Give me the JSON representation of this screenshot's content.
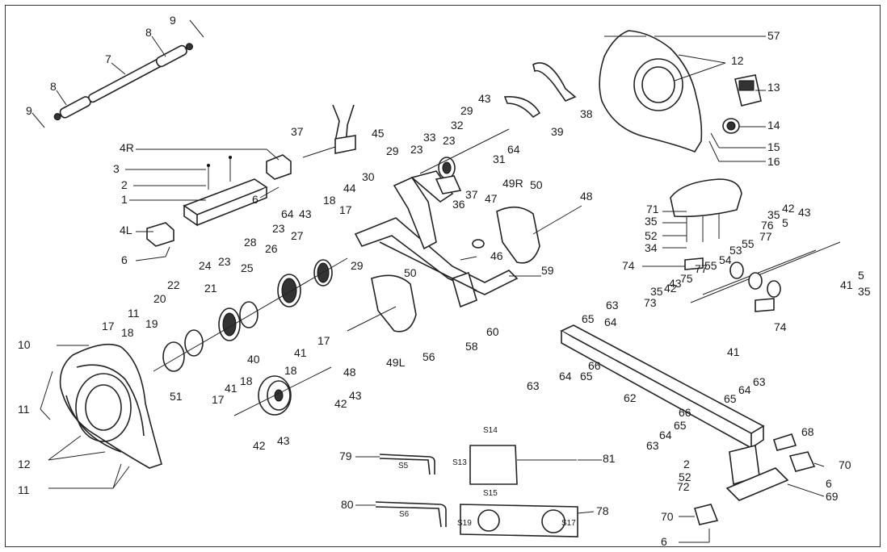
{
  "labels": [
    {
      "id": "l9a",
      "text": "9"
    },
    {
      "id": "l8a",
      "text": "8"
    },
    {
      "id": "l7",
      "text": "7"
    },
    {
      "id": "l8b",
      "text": "8"
    },
    {
      "id": "l9b",
      "text": "9"
    },
    {
      "id": "l4r",
      "text": "4R"
    },
    {
      "id": "l3",
      "text": "3"
    },
    {
      "id": "l2a",
      "text": "2"
    },
    {
      "id": "l1a",
      "text": "1"
    },
    {
      "id": "l6a",
      "text": "6"
    },
    {
      "id": "l4l",
      "text": "4L"
    },
    {
      "id": "l6b",
      "text": "6"
    },
    {
      "id": "l37a",
      "text": "37"
    },
    {
      "id": "l45",
      "text": "45"
    },
    {
      "id": "l43a",
      "text": "43"
    },
    {
      "id": "l29a",
      "text": "29"
    },
    {
      "id": "l32",
      "text": "32"
    },
    {
      "id": "l33",
      "text": "33"
    },
    {
      "id": "l23a",
      "text": "23"
    },
    {
      "id": "l23b",
      "text": "23"
    },
    {
      "id": "l29b",
      "text": "29"
    },
    {
      "id": "l64a",
      "text": "64"
    },
    {
      "id": "l31",
      "text": "31"
    },
    {
      "id": "l39",
      "text": "39"
    },
    {
      "id": "l38",
      "text": "38"
    },
    {
      "id": "l57",
      "text": "57"
    },
    {
      "id": "l12a",
      "text": "12"
    },
    {
      "id": "l13",
      "text": "13"
    },
    {
      "id": "l14",
      "text": "14"
    },
    {
      "id": "l15",
      "text": "15"
    },
    {
      "id": "l16",
      "text": "16"
    },
    {
      "id": "l30",
      "text": "30"
    },
    {
      "id": "l36",
      "text": "36"
    },
    {
      "id": "l37b",
      "text": "37"
    },
    {
      "id": "l47",
      "text": "47"
    },
    {
      "id": "l49r",
      "text": "49R"
    },
    {
      "id": "l50a",
      "text": "50"
    },
    {
      "id": "l48a",
      "text": "48"
    },
    {
      "id": "l18a",
      "text": "18"
    },
    {
      "id": "l44",
      "text": "44"
    },
    {
      "id": "l17a",
      "text": "17"
    },
    {
      "id": "l64b",
      "text": "64"
    },
    {
      "id": "l43b",
      "text": "43"
    },
    {
      "id": "l27",
      "text": "27"
    },
    {
      "id": "l23c",
      "text": "23"
    },
    {
      "id": "l28",
      "text": "28"
    },
    {
      "id": "l26",
      "text": "26"
    },
    {
      "id": "l29c",
      "text": "29"
    },
    {
      "id": "l46",
      "text": "46"
    },
    {
      "id": "l59",
      "text": "59"
    },
    {
      "id": "l24",
      "text": "24"
    },
    {
      "id": "l23d",
      "text": "23"
    },
    {
      "id": "l25",
      "text": "25"
    },
    {
      "id": "l22",
      "text": "22"
    },
    {
      "id": "l21",
      "text": "21"
    },
    {
      "id": "l20",
      "text": "20"
    },
    {
      "id": "l50b",
      "text": "50"
    },
    {
      "id": "l11a",
      "text": "11"
    },
    {
      "id": "l17b",
      "text": "17"
    },
    {
      "id": "l18b",
      "text": "18"
    },
    {
      "id": "l19",
      "text": "19"
    },
    {
      "id": "l10",
      "text": "10"
    },
    {
      "id": "l51",
      "text": "51"
    },
    {
      "id": "l11b",
      "text": "11"
    },
    {
      "id": "l12b",
      "text": "12"
    },
    {
      "id": "l11c",
      "text": "11"
    },
    {
      "id": "l56",
      "text": "56"
    },
    {
      "id": "l58",
      "text": "58"
    },
    {
      "id": "l60",
      "text": "60"
    },
    {
      "id": "l49l",
      "text": "49L"
    },
    {
      "id": "l48b",
      "text": "48"
    },
    {
      "id": "l40",
      "text": "40"
    },
    {
      "id": "l41a",
      "text": "41"
    },
    {
      "id": "l17c",
      "text": "17"
    },
    {
      "id": "l18c",
      "text": "18"
    },
    {
      "id": "l43c",
      "text": "43"
    },
    {
      "id": "l42a",
      "text": "42"
    },
    {
      "id": "l17d",
      "text": "17"
    },
    {
      "id": "l41b",
      "text": "41"
    },
    {
      "id": "l18d",
      "text": "18"
    },
    {
      "id": "l42b",
      "text": "42"
    },
    {
      "id": "l43d",
      "text": "43"
    },
    {
      "id": "l71",
      "text": "71"
    },
    {
      "id": "l35a",
      "text": "35"
    },
    {
      "id": "l52a",
      "text": "52"
    },
    {
      "id": "l34",
      "text": "34"
    },
    {
      "id": "l74a",
      "text": "74"
    },
    {
      "id": "l35b",
      "text": "35"
    },
    {
      "id": "l42c",
      "text": "42"
    },
    {
      "id": "l43e",
      "text": "43"
    },
    {
      "id": "l76",
      "text": "76"
    },
    {
      "id": "l5a",
      "text": "5"
    },
    {
      "id": "l77a",
      "text": "77"
    },
    {
      "id": "l53",
      "text": "53"
    },
    {
      "id": "l55a",
      "text": "55"
    },
    {
      "id": "l54",
      "text": "54"
    },
    {
      "id": "l77b",
      "text": "77"
    },
    {
      "id": "l55b",
      "text": "55"
    },
    {
      "id": "l75",
      "text": "75"
    },
    {
      "id": "l43f",
      "text": "43"
    },
    {
      "id": "l35c",
      "text": "35"
    },
    {
      "id": "l42d",
      "text": "42"
    },
    {
      "id": "l73",
      "text": "73"
    },
    {
      "id": "l5b",
      "text": "5"
    },
    {
      "id": "l41c",
      "text": "41"
    },
    {
      "id": "l35d",
      "text": "35"
    },
    {
      "id": "l74b",
      "text": "74"
    },
    {
      "id": "l41d",
      "text": "41"
    },
    {
      "id": "l63a",
      "text": "63"
    },
    {
      "id": "l65a",
      "text": "65"
    },
    {
      "id": "l64c",
      "text": "64"
    },
    {
      "id": "l66a",
      "text": "66"
    },
    {
      "id": "l63b",
      "text": "63"
    },
    {
      "id": "l64d",
      "text": "64"
    },
    {
      "id": "l65b",
      "text": "65"
    },
    {
      "id": "l62",
      "text": "62"
    },
    {
      "id": "l63c",
      "text": "63"
    },
    {
      "id": "l64e",
      "text": "64"
    },
    {
      "id": "l65c",
      "text": "65"
    },
    {
      "id": "l66b",
      "text": "66"
    },
    {
      "id": "l65d",
      "text": "65"
    },
    {
      "id": "l64f",
      "text": "64"
    },
    {
      "id": "l63d",
      "text": "63"
    },
    {
      "id": "l68",
      "text": "68"
    },
    {
      "id": "l2b",
      "text": "2"
    },
    {
      "id": "l52b",
      "text": "52"
    },
    {
      "id": "l72",
      "text": "72"
    },
    {
      "id": "l70a",
      "text": "70"
    },
    {
      "id": "l6c",
      "text": "6"
    },
    {
      "id": "l69",
      "text": "69"
    },
    {
      "id": "l70b",
      "text": "70"
    },
    {
      "id": "l6d",
      "text": "6"
    },
    {
      "id": "l79",
      "text": "79"
    },
    {
      "id": "l80",
      "text": "80"
    },
    {
      "id": "l81",
      "text": "81"
    },
    {
      "id": "l78",
      "text": "78"
    }
  ],
  "tool_marks": [
    {
      "id": "t_s5",
      "text": "S5"
    },
    {
      "id": "t_s6",
      "text": "S6"
    },
    {
      "id": "t_s14",
      "text": "S14"
    },
    {
      "id": "t_s13",
      "text": "S13"
    },
    {
      "id": "t_s15",
      "text": "S15"
    },
    {
      "id": "t_s19",
      "text": "S19"
    },
    {
      "id": "t_s17",
      "text": "S17"
    }
  ]
}
